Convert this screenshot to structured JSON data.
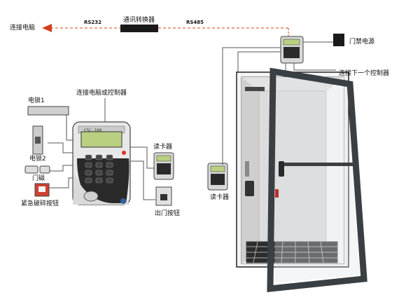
{
  "labels": {
    "to_pc": "连接电脑",
    "rs232": "RS232",
    "converter": "通讯转换器",
    "rs485": "RS485",
    "door_power": "门禁电源",
    "next_controller": "连接下一个控制器",
    "to_pc_or_controller": "连接电脑或控制器",
    "lock1": "电锁1",
    "lock2": "电锁2",
    "magnet": "门磁",
    "emergency_button": "紧急破碎按钮",
    "card_reader_right": "读卡器",
    "exit_button": "出门按钮",
    "card_reader_left": "读卡器",
    "controller_model": "CSC-100"
  },
  "colors": {
    "wire": "#555555",
    "dashed_link": "#d04020",
    "controller_body": "#e8e8e8",
    "screen": "#b8d080",
    "door_frame": "#3a3f44",
    "wall": "#6a6a6a"
  }
}
